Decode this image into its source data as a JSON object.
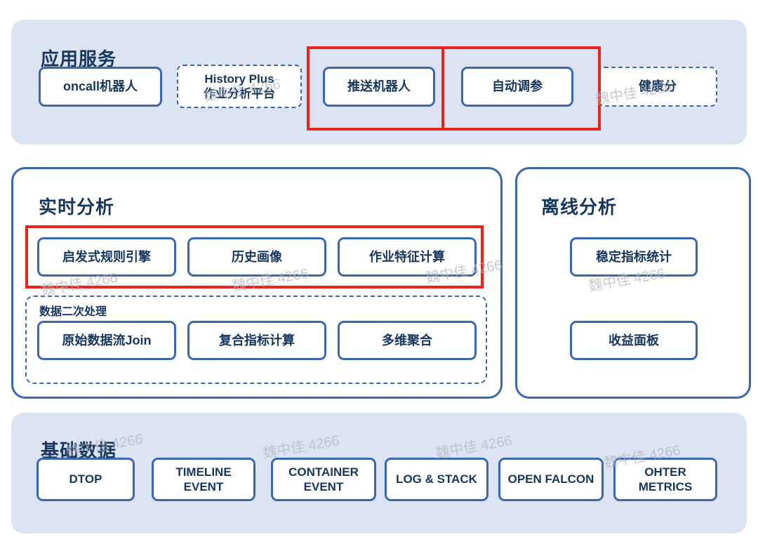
{
  "watermark": {
    "text": "魏中佳 4266"
  },
  "colors": {
    "panel_fill": "#dce4f3",
    "border_blue": "#3a67ae",
    "text_navy": "#17365d",
    "highlight_red": "#e8241d",
    "watermark_gray": "#b0b5bf"
  },
  "panels": {
    "app_services": {
      "title": "应用服务",
      "items": [
        {
          "label": "oncall机器人",
          "border": "solid",
          "highlighted": false
        },
        {
          "line1": "History Plus",
          "line2": "作业分析平台",
          "border": "dashed",
          "highlighted": false
        },
        {
          "label": "推送机器人",
          "border": "solid",
          "highlighted": true
        },
        {
          "label": "自动调参",
          "border": "solid",
          "highlighted": true
        },
        {
          "label": "健康分",
          "border": "dashed",
          "highlighted": false
        }
      ]
    },
    "realtime_analysis": {
      "title": "实时分析",
      "highlighted_items": [
        {
          "label": "启发式规则引擎"
        },
        {
          "label": "历史画像"
        },
        {
          "label": "作业特征计算"
        }
      ],
      "subgroup": {
        "title": "数据二次处理",
        "items": [
          {
            "label": "原始数据流Join"
          },
          {
            "label": "复合指标计算"
          },
          {
            "label": "多维聚合"
          }
        ]
      }
    },
    "offline_analysis": {
      "title": "离线分析",
      "items": [
        {
          "label": "稳定指标统计"
        },
        {
          "label": "收益面板"
        }
      ]
    },
    "base_data": {
      "title": "基础数据",
      "items": [
        {
          "label": "DTOP"
        },
        {
          "label": "TIMELINE EVENT"
        },
        {
          "label": "CONTAINER EVENT"
        },
        {
          "label": "LOG & STACK"
        },
        {
          "label": "OPEN FALCON"
        },
        {
          "label": "OHTER METRICS"
        }
      ]
    }
  }
}
